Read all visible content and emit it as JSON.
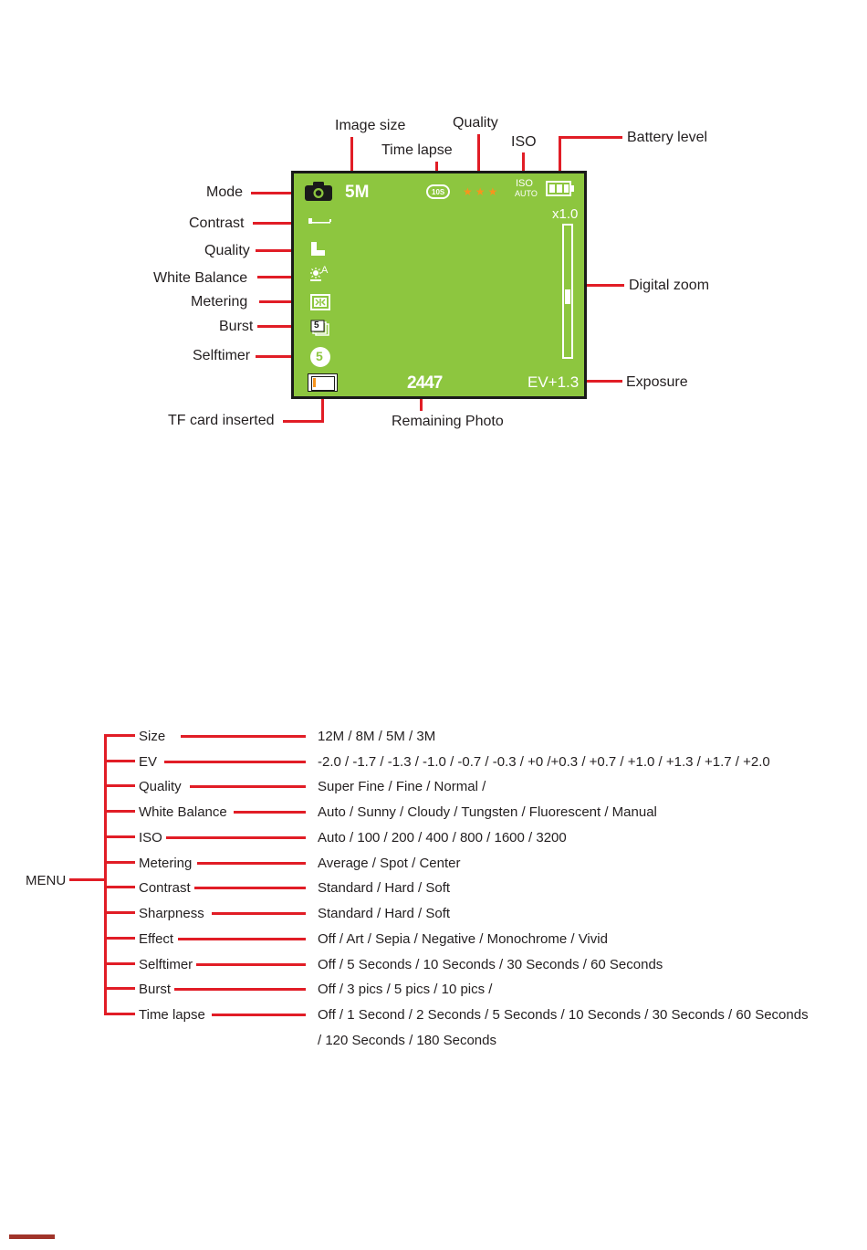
{
  "diagram": {
    "top_labels": {
      "image_size": "Image size",
      "quality": "Quality",
      "time_lapse": "Time lapse",
      "iso": "ISO",
      "battery_level": "Battery level"
    },
    "left_labels": {
      "mode": "Mode",
      "contrast": "Contrast",
      "quality": "Quality",
      "white_balance": "White Balance",
      "metering": "Metering",
      "burst": "Burst",
      "selftimer": "Selftimer"
    },
    "right_labels": {
      "digital_zoom": "Digital zoom",
      "exposure": "Exposure"
    },
    "bottom_labels": {
      "tf_card": "TF card inserted",
      "remaining_photo": "Remaining Photo"
    },
    "screen": {
      "size_value": "5M",
      "timelapse_value": "10S",
      "iso_line1": "ISO",
      "iso_line2": "AUTO",
      "zoom_value": "x1.0",
      "remaining_value": "2447",
      "ev_value": "EV+1.3",
      "burst_value": "5",
      "selftimer_value": "5",
      "wb_value": "A",
      "quality_stars": "★★★",
      "zoom_level": 0.45,
      "background_color": "#8dc63f",
      "leader_color": "#e11d26"
    }
  },
  "menu": {
    "root": "MENU",
    "items": [
      {
        "label": "Size",
        "value": "12M / 8M / 5M / 3M"
      },
      {
        "label": "EV",
        "value": "-2.0 / -1.7 / -1.3 / -1.0 / -0.7 / -0.3 / +0  /+0.3 / +0.7 / +1.0 / +1.3 / +1.7 / +2.0"
      },
      {
        "label": "Quality",
        "value": "Super Fine / Fine / Normal /"
      },
      {
        "label": "White Balance",
        "value": "Auto / Sunny / Cloudy / Tungsten / Fluorescent / Manual"
      },
      {
        "label": "ISO",
        "value": "Auto / 100 / 200 / 400 / 800 / 1600 / 3200"
      },
      {
        "label": "Metering",
        "value": "Average / Spot / Center"
      },
      {
        "label": "Contrast",
        "value": "Standard / Hard / Soft"
      },
      {
        "label": "Sharpness",
        "value": "Standard / Hard / Soft"
      },
      {
        "label": "Effect",
        "value": "Off / Art / Sepia / Negative / Monochrome / Vivid"
      },
      {
        "label": "Selftimer",
        "value": "Off / 5 Seconds / 10 Seconds / 30 Seconds / 60 Seconds"
      },
      {
        "label": "Burst",
        "value": "Off / 3 pics / 5 pics / 10 pics /"
      },
      {
        "label": "Time lapse",
        "value": "Off / 1 Second / 2 Seconds / 5 Seconds / 10 Seconds / 30 Seconds / 60 Seconds",
        "continuation": "/ 120 Seconds / 180 Seconds"
      }
    ]
  }
}
